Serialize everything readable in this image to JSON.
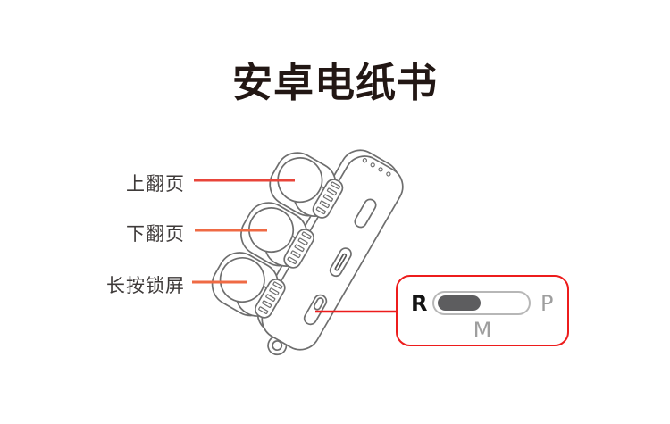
{
  "title": "安卓电纸书",
  "labels": [
    {
      "text": "上翻页"
    },
    {
      "text": "下翻页"
    },
    {
      "text": "长按锁屏"
    }
  ],
  "callout": {
    "left_option": "R",
    "right_option": "P",
    "bottom_option": "M",
    "switch_position": "left"
  },
  "icons": {
    "device": "page-turner-remote-line-drawing",
    "toggle": "mode-slide-switch"
  },
  "colors": {
    "title_text": "#221714",
    "label_text": "#3e3a39",
    "leader_line_red": "#e8453a",
    "leader_line_orange": "#ef6a44",
    "callout_red": "#ed1c1c",
    "device_stroke": "#6e6e6e",
    "toggle_border": "#b7b7b7",
    "toggle_knob": "#5d5d5f",
    "inactive_option_gray": "#9e9e9e"
  }
}
